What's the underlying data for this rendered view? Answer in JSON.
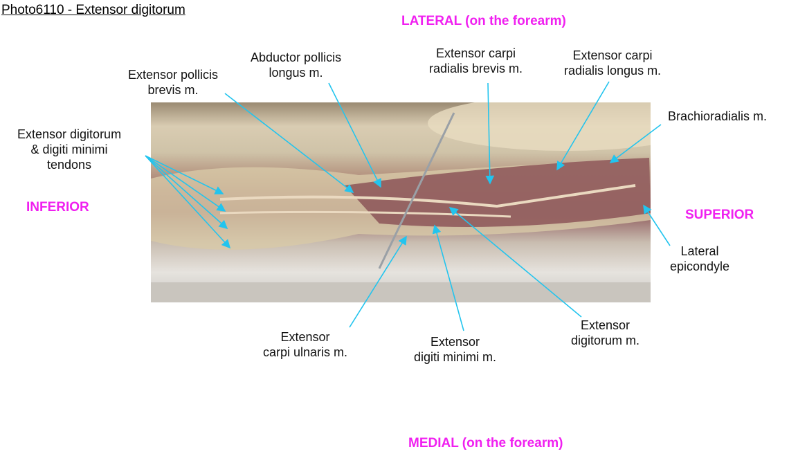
{
  "title": "Photo6110 - Extensor digitorum",
  "directions": {
    "lateral": "LATERAL (on the forearm)",
    "medial": "MEDIAL (on the forearm)",
    "inferior": "INFERIOR",
    "superior": "SUPERIOR"
  },
  "labels": {
    "epb": [
      "Extensor pollicis",
      "brevis m."
    ],
    "apl": [
      "Abductor pollicis",
      "longus m."
    ],
    "ecrb": [
      "Extensor carpi",
      "radialis brevis m."
    ],
    "ecrl": [
      "Extensor carpi",
      "radialis longus m."
    ],
    "br": [
      "Brachioradialis m."
    ],
    "edt": [
      "Extensor digitorum",
      "& digiti minimi",
      "tendons"
    ],
    "le": [
      "Lateral",
      "epicondyle"
    ],
    "ecu": [
      "Extensor",
      "carpi ulnaris m."
    ],
    "edm": [
      "Extensor",
      "digiti minimi m."
    ],
    "ed": [
      "Extensor",
      "digitorum m."
    ]
  },
  "colors": {
    "pointer": "#22c4ee",
    "direction": "#f020f0"
  }
}
